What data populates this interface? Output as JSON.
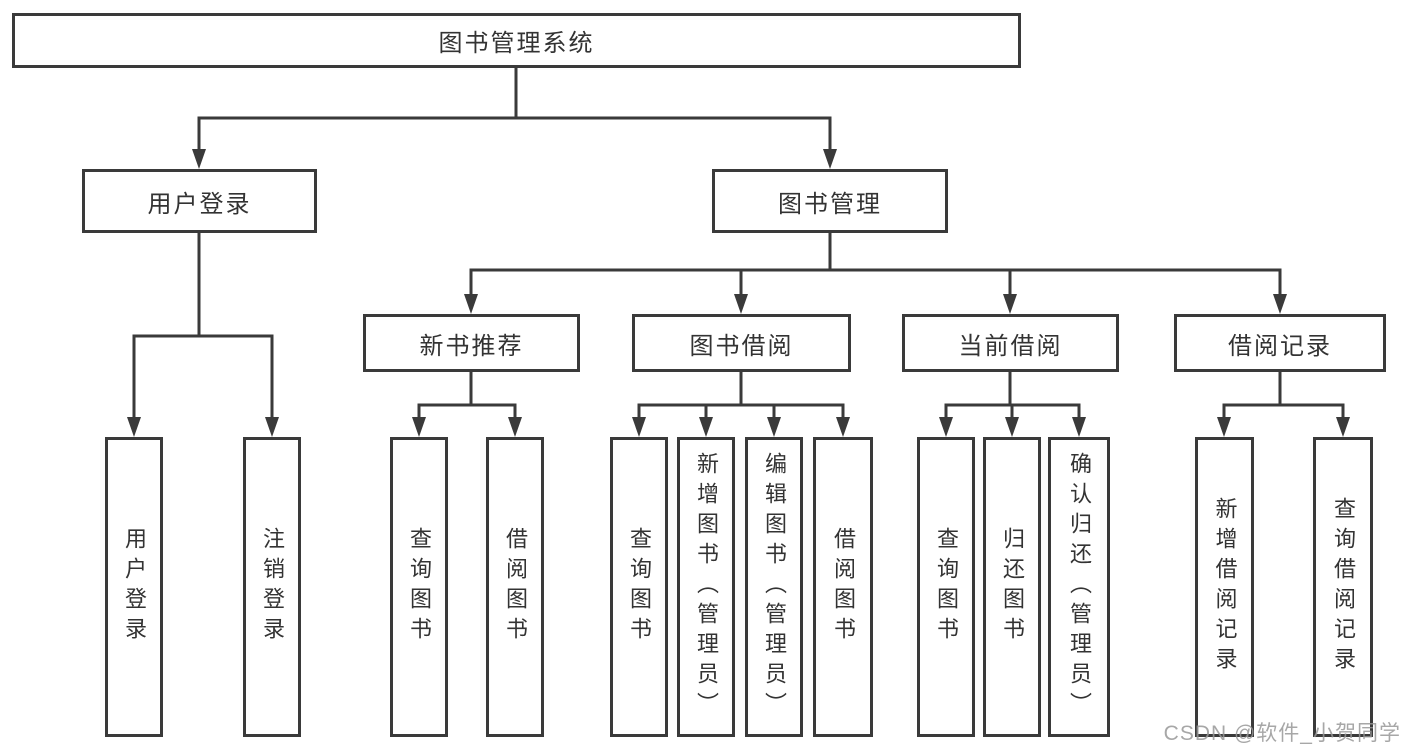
{
  "diagram": {
    "watermark": "CSDN @软件_小贺同学",
    "colors": {
      "line": "#3a3a3a",
      "box_border": "#3a3a3a",
      "text": "#333333",
      "watermark": "#989898"
    },
    "nodes": {
      "root": {
        "label": "图书管理系统"
      },
      "l2": [
        {
          "label": "用户登录"
        },
        {
          "label": "图书管理"
        }
      ],
      "l3": [
        {
          "label": "新书推荐"
        },
        {
          "label": "图书借阅"
        },
        {
          "label": "当前借阅"
        },
        {
          "label": "借阅记录"
        }
      ],
      "l4": {
        "user_login": [
          {
            "label": "用户登录"
          },
          {
            "label": "注销登录"
          }
        ],
        "new_books": [
          {
            "label": "查询图书"
          },
          {
            "label": "借阅图书"
          }
        ],
        "borrowing": [
          {
            "label": "查询图书"
          },
          {
            "label": "新增图书（管理员）"
          },
          {
            "label": "编辑图书（管理员）"
          },
          {
            "label": "借阅图书"
          }
        ],
        "current": [
          {
            "label": "查询图书"
          },
          {
            "label": "归还图书"
          },
          {
            "label": "确认归还（管理员）"
          }
        ],
        "records": [
          {
            "label": "新增借阅记录"
          },
          {
            "label": "查询借阅记录"
          }
        ]
      }
    }
  }
}
